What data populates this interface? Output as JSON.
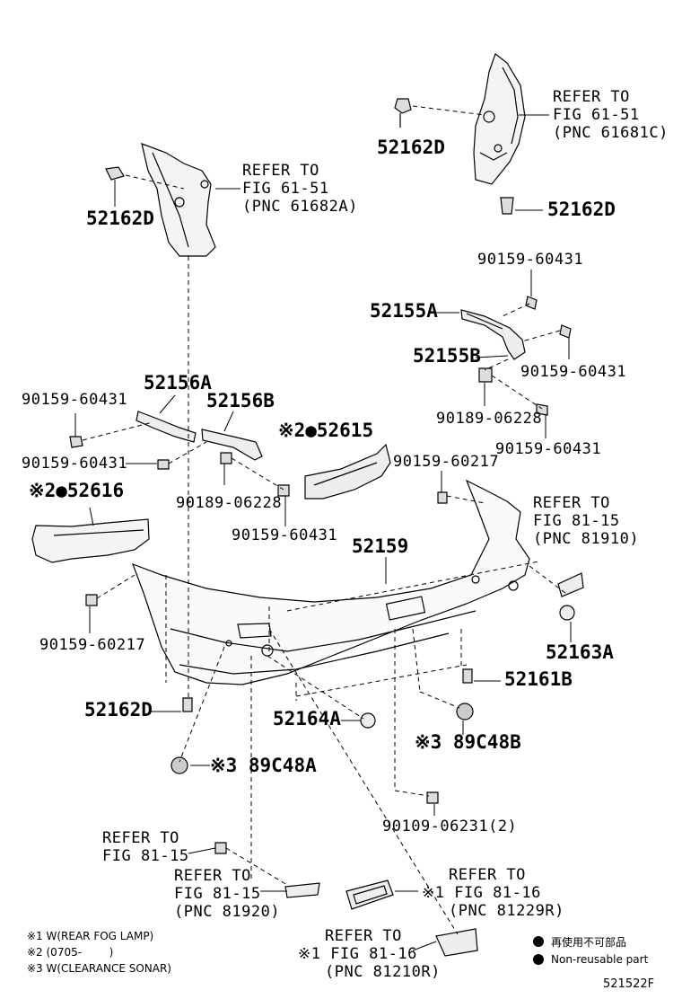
{
  "parts": {
    "p52162D_top": "52162D",
    "refer_61681C": [
      "REFER TO",
      "FIG 61-51",
      "(PNC 61681C)"
    ],
    "p52162D_left": "52162D",
    "refer_61682A": [
      "REFER TO",
      "FIG 61-51",
      "(PNC 61682A)"
    ],
    "p52162D_right": "52162D",
    "p90159_60431_a": "90159-60431",
    "p52155A": "52155A",
    "p90159_60431_b": "90159-60431",
    "p52155B": "52155B",
    "p90189_06228_a": "90189-06228",
    "p90159_60431_c": "90159-60431",
    "p90159_60431_d": "90159-60431",
    "p52156A": "52156A",
    "p52156B": "52156B",
    "mark2_52615": "※2●52615",
    "p90159_60431_e": "90159-60431",
    "p90189_06228_b": "90189-06228",
    "p90159_60217_a": "90159-60217",
    "refer_81910": [
      "REFER TO",
      "FIG 81-15",
      "(PNC 81910)"
    ],
    "mark2_52616": "※2●52616",
    "p90159_60431_f": "90159-60431",
    "p52159": "52159",
    "p90159_60217_b": "90159-60217",
    "p52163A": "52163A",
    "p52161B": "52161B",
    "p52162D_bottom": "52162D",
    "p52164A": "52164A",
    "mark3_89C48B": "※3 89C48B",
    "mark3_89C48A": "※3 89C48A",
    "p90109_06231": "90109-06231(2)",
    "refer_fig81_15": [
      "REFER TO",
      "FIG 81-15"
    ],
    "refer_81920": [
      "REFER TO",
      "FIG 81-15",
      "(PNC 81920)"
    ],
    "refer_81229R": [
      "REFER TO",
      "※1 FIG 81-16",
      "(PNC 81229R)"
    ],
    "refer_81210R": [
      "REFER TO",
      "※1 FIG 81-16",
      "(PNC 81210R)"
    ]
  },
  "notes": [
    "※1 W(REAR FOG LAMP)",
    "※2 (0705-        )",
    "※3 W(CLEARANCE SONAR)"
  ],
  "legend": [
    "再使用不可部品",
    "Non-reusable part"
  ],
  "figure_id": "521522F"
}
